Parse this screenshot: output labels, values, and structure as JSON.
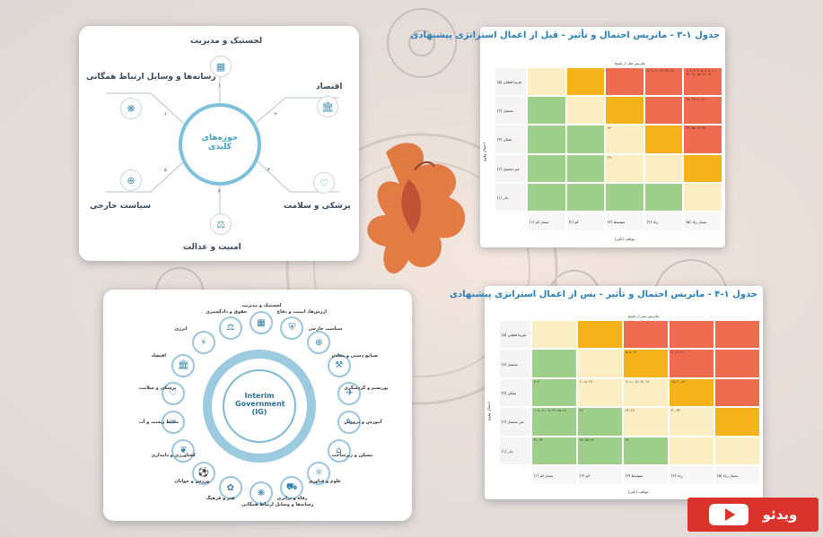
{
  "video_button": {
    "label": "ویدئو",
    "icon": "play-icon",
    "color": "#d9332b"
  },
  "key_areas": {
    "center_title": "حوزه‌های کلیدی",
    "items": [
      {
        "num": "۱",
        "label": "لجستیک و مدیریت",
        "icon": "logistics-icon"
      },
      {
        "num": "۲",
        "label": "اقتصاد",
        "icon": "bank-icon"
      },
      {
        "num": "۳",
        "label": "پزشکی و سلامت",
        "icon": "health-icon"
      },
      {
        "num": "۴",
        "label": "امنیت و عدالت",
        "icon": "justice-icon"
      },
      {
        "num": "۵",
        "label": "سیاست خارجی",
        "icon": "globe-icon"
      },
      {
        "num": "۶",
        "label": "رسانه‌ها و وسایل ارتباط همگانی",
        "icon": "media-icon"
      }
    ]
  },
  "matrix_before": {
    "title": "جدول ۱-۳ - ماتریس احتمال و تأثیر - قبل از اعمال استراتژی پیشنهادی",
    "top_label": "ماتریس قبل از پاسخ",
    "y_axis": "احتمال وقوع",
    "x_axis": "عواقب (تأثیر)",
    "row_labels": [
      "تقریبا قطعی (۵)",
      "محتمل (۴)",
      "ممکن (۳)",
      "غیر محتمل (۲)",
      "نادر (۱)"
    ],
    "col_labels": [
      "بسیار کم (۱)",
      "کم (۲)",
      "متوسط (۳)",
      "زیاد (۴)",
      "بسیار زیاد (۵)"
    ],
    "colors": [
      [
        "#fbeec2",
        "#f6b21b",
        "#ef6b4f",
        "#ef6b4f",
        "#ef6b4f"
      ],
      [
        "#9fd08b",
        "#fbeec2",
        "#f6b21b",
        "#ef6b4f",
        "#ef6b4f"
      ],
      [
        "#9fd08b",
        "#9fd08b",
        "#fbeec2",
        "#f6b21b",
        "#ef6b4f"
      ],
      [
        "#9fd08b",
        "#9fd08b",
        "#fbeec2",
        "#fbeec2",
        "#f6b21b"
      ],
      [
        "#9fd08b",
        "#9fd08b",
        "#9fd08b",
        "#9fd08b",
        "#fbeec2"
      ]
    ],
    "cell_text": [
      [
        "",
        "",
        "",
        "۸، ۹، ۱۱، ۱۳، ۲۳، ۲۸",
        "۱، ۲، ۳، ۴، ۵، ۶، ۷، ۱۰، ۱۲، ۱۴، ۱۵، ۱۶، ۱۷"
      ],
      [
        "",
        "",
        "",
        "",
        "۱۸، ۱۹، ۲۰، ۲۱"
      ],
      [
        "",
        "",
        "۲۲",
        "",
        "۲۴، ۲۵، ۲۶، ۲۷"
      ],
      [
        "",
        "",
        "۲۹",
        "",
        ""
      ],
      [
        "",
        "",
        "",
        "",
        ""
      ]
    ]
  },
  "matrix_after": {
    "title": "جدول ۱-۴ - ماتریس احتمال و تأثیر - پس از اعمال استراتژی پیشنهادی",
    "top_label": "ماتریس پس از پاسخ",
    "y_axis": "احتمال وقوع",
    "x_axis": "عواقب (تأثیر)",
    "row_labels": [
      "تقریبا قطعی (۵)",
      "محتمل (۴)",
      "ممکن (۳)",
      "غیر محتمل (۲)",
      "نادر (۱)"
    ],
    "col_labels": [
      "بسیار کم (۱)",
      "کم (۲)",
      "متوسط (۳)",
      "زیاد (۴)",
      "بسیار زیاد (۵)"
    ],
    "colors": [
      [
        "#fbeec2",
        "#f6b21b",
        "#ef6b4f",
        "#ef6b4f",
        "#ef6b4f"
      ],
      [
        "#9fd08b",
        "#fbeec2",
        "#f6b21b",
        "#ef6b4f",
        "#ef6b4f"
      ],
      [
        "#9fd08b",
        "#fbeec2",
        "#fbeec2",
        "#f6b21b",
        "#ef6b4f"
      ],
      [
        "#9fd08b",
        "#9fd08b",
        "#fbeec2",
        "#fbeec2",
        "#f6b21b"
      ],
      [
        "#9fd08b",
        "#9fd08b",
        "#9fd08b",
        "#fbeec2",
        "#fbeec2"
      ]
    ],
    "cell_text": [
      [
        "",
        "",
        "",
        "",
        ""
      ],
      [
        "",
        "",
        "۵، ۸، ۱۳",
        "۶، ۱۱، ۲۱",
        "",
        ""
      ],
      [
        "۳، ۴",
        "۲، ۱۸، ۲۹",
        "۹، ۱۰، ۱۲، ۱۴، ۱۹",
        "۱۵، ۲۰، ۲۶",
        "",
        ""
      ],
      [
        "۱، ۷، ۱۶، ۱۷، ۲۴، ۲۵، ۲۷",
        "۲۲",
        "۲۳، ۲۸",
        "۳۰، ۳۲",
        "",
        ""
      ],
      [
        "۳۱، ۳۳",
        "۳۴، ۳۵، ۳۶",
        "۳۷",
        "",
        "",
        ""
      ]
    ]
  },
  "interim_government": {
    "center": "Interim Government (IG)",
    "items": [
      {
        "label": "لجستیک و مدیریت",
        "icon": "logistics-icon"
      },
      {
        "label": "ارزش‌ها، امنیت و دفاع",
        "icon": "shield-icon"
      },
      {
        "label": "سیاست خارجی",
        "icon": "globe-icon"
      },
      {
        "label": "صنایع دستی و معادن",
        "icon": "industry-icon"
      },
      {
        "label": "توریسم و گردشگری",
        "icon": "travel-icon"
      },
      {
        "label": "آموزش و پرورش",
        "icon": "education-icon"
      },
      {
        "label": "مسکن و زیرساخت",
        "icon": "housing-icon"
      },
      {
        "label": "علوم و فناوری",
        "icon": "science-icon"
      },
      {
        "label": "رفاه و ترابری",
        "icon": "transport-icon"
      },
      {
        "label": "رسانه‌ها و وسایل ارتباط همگانی",
        "icon": "media-icon"
      },
      {
        "label": "هنر و فرهنگ",
        "icon": "art-icon"
      },
      {
        "label": "ورزش و جوانان",
        "icon": "sports-icon"
      },
      {
        "label": "کشاورزی و دامداری",
        "icon": "agriculture-icon"
      },
      {
        "label": "محیط زیست و آب",
        "icon": "environment-icon"
      },
      {
        "label": "پزشکی و سلامت",
        "icon": "health-icon"
      },
      {
        "label": "اقتصاد",
        "icon": "bank-icon"
      },
      {
        "label": "انرژی",
        "icon": "energy-icon"
      },
      {
        "label": "حقوق و دادگستری",
        "icon": "justice-icon"
      }
    ]
  }
}
